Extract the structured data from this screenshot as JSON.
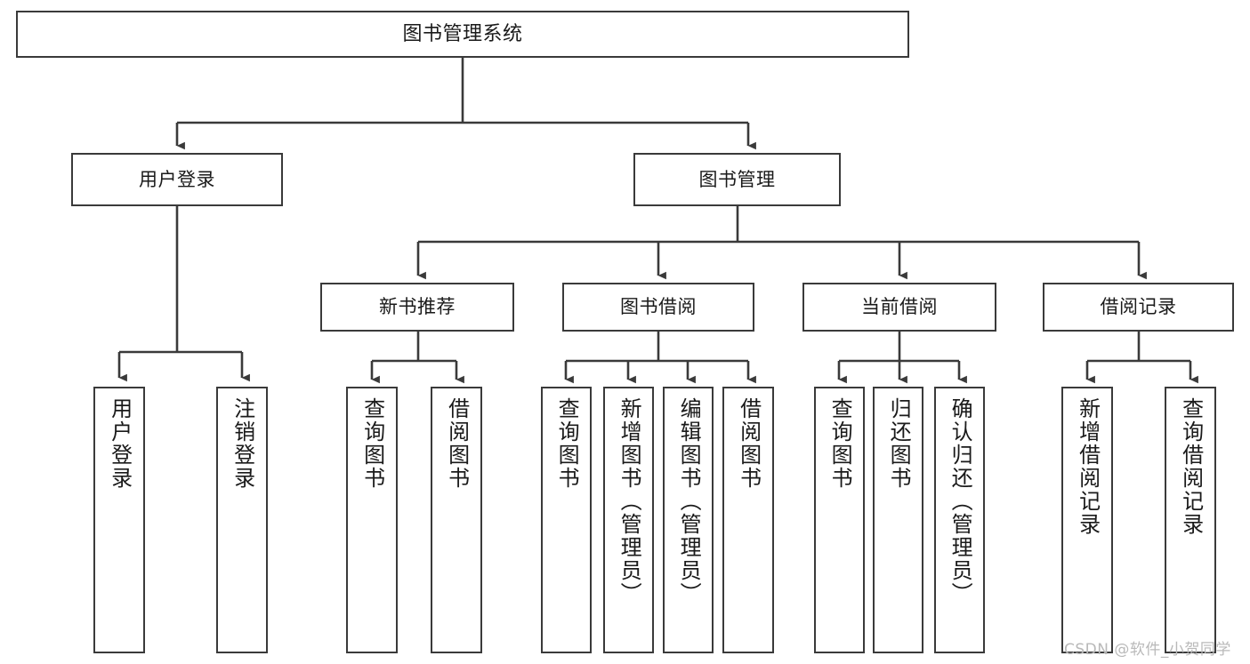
{
  "diagram": {
    "type": "tree-hierarchy",
    "title": "图书管理系统",
    "watermark": "CSDN @软件_小贺同学",
    "stroke_color": "#3a3a3a",
    "fill_color": "#ffffff",
    "text_color": "#1a1a1a",
    "watermark_color": "#b9b9b9",
    "nodes": {
      "root": {
        "label": "图书管理系统"
      },
      "level2": [
        {
          "id": "user-login",
          "label": "用户登录"
        },
        {
          "id": "book-manage",
          "label": "图书管理"
        }
      ],
      "level3": [
        {
          "id": "new-book-recommend",
          "label": "新书推荐"
        },
        {
          "id": "book-borrow",
          "label": "图书借阅"
        },
        {
          "id": "current-borrow",
          "label": "当前借阅"
        },
        {
          "id": "borrow-record",
          "label": "借阅记录"
        }
      ],
      "leaves": {
        "user-login": [
          {
            "id": "leaf-user-login",
            "label": "用户登录"
          },
          {
            "id": "leaf-logout",
            "label": "注销登录"
          }
        ],
        "new-book-recommend": [
          {
            "id": "leaf-query-book-1",
            "label": "查询图书"
          },
          {
            "id": "leaf-borrow-book-1",
            "label": "借阅图书"
          }
        ],
        "book-borrow": [
          {
            "id": "leaf-query-book-2",
            "label": "查询图书"
          },
          {
            "id": "leaf-add-book",
            "label": "新增图书（管理员）"
          },
          {
            "id": "leaf-edit-book",
            "label": "编辑图书（管理员）"
          },
          {
            "id": "leaf-borrow-book-2",
            "label": "借阅图书"
          }
        ],
        "current-borrow": [
          {
            "id": "leaf-query-book-3",
            "label": "查询图书"
          },
          {
            "id": "leaf-return-book",
            "label": "归还图书"
          },
          {
            "id": "leaf-confirm-return",
            "label": "确认归还（管理员）"
          }
        ],
        "borrow-record": [
          {
            "id": "leaf-add-record",
            "label": "新增借阅记录"
          },
          {
            "id": "leaf-query-record",
            "label": "查询借阅记录"
          }
        ]
      }
    }
  }
}
